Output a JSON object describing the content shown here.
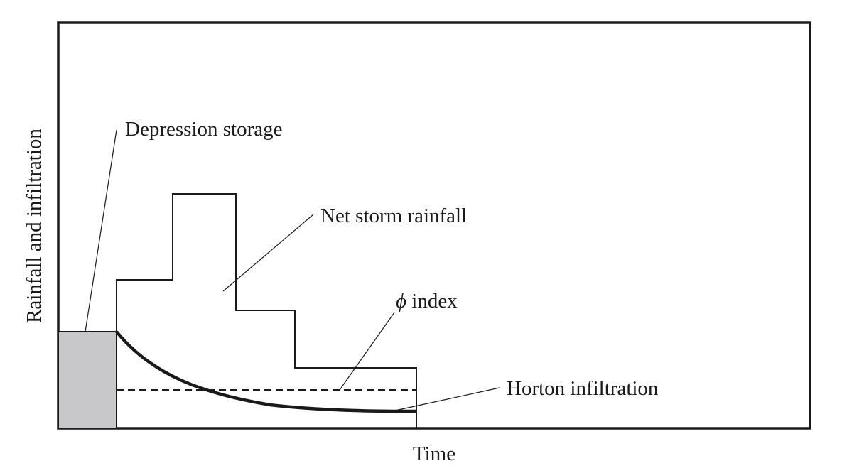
{
  "labels": {
    "depression_storage": "Depression storage",
    "net_storm_rainfall": "Net storm rainfall",
    "phi_symbol": "ϕ",
    "phi_index": " index",
    "horton_infiltration": "Horton infiltration",
    "x_axis": "Time",
    "y_axis": "Rainfall and infiltration"
  },
  "colors": {
    "line": "#1a1a1a",
    "storage_fill": "#c8c8ca",
    "background": "#ffffff"
  }
}
